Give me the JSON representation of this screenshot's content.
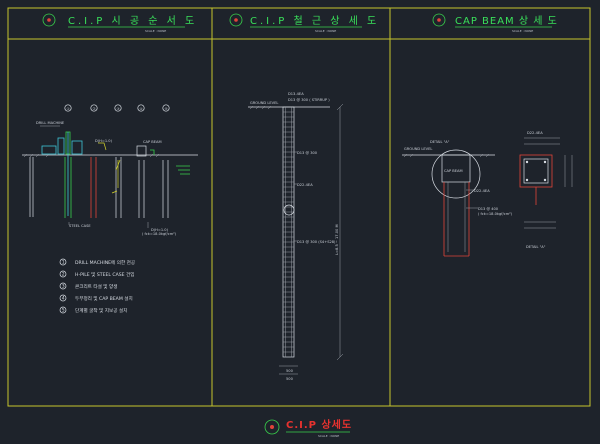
{
  "panels": [
    {
      "title": "C.I.P 시 공 순 서 도",
      "scale": "SCALE : NONE"
    },
    {
      "title": "C.I.P 철 근 상 세 도",
      "scale": "SCALE : NONE"
    },
    {
      "title": "CAP BEAM  상 세 도",
      "scale": "SCALE : NONE"
    }
  ],
  "footer": {
    "title": "C.I.P  상세도",
    "scale": "SCALE : NONE"
  },
  "sequence": {
    "columns": [
      "①",
      "②",
      "③",
      "④",
      "⑤"
    ],
    "labels": {
      "machine": "DRILL MACHINE",
      "cap_beam": "CAP BEAM",
      "steel_case": "STEEL CASE",
      "concrete": "D(H=1.0)",
      "concrete_note": "( fck=18.0kgf/cm²)"
    },
    "steps": [
      {
        "num": "1",
        "text": "DRILL MACHINE에 의한 천공"
      },
      {
        "num": "2",
        "text": "H-PILE 및 STEEL CASE 건입"
      },
      {
        "num": "3",
        "text": "콘크리트 타설 및 양생"
      },
      {
        "num": "4",
        "text": "두부정리 및 CAP BEAM 설치"
      },
      {
        "num": "5",
        "text": "단계별 굴착 및 지보공 설치"
      }
    ]
  },
  "rebar": {
    "ground": "GROUND LEVEL",
    "top_bar": "D13-4EA",
    "stirrup": "D13 @ 300 ( STIRRUP )",
    "mid1": "D13 @ 300",
    "mid2": "D22-4EA",
    "mid3": "D13 @ 300 (S4+S28)",
    "length": "L=8.5 ~ 17.00 M",
    "dim_bottom": "500"
  },
  "capbeam": {
    "detail": "DETAIL \"A\"",
    "ground": "GROUND LEVEL",
    "cap": "CAP BEAM",
    "bar1": "D22-4EA",
    "bar2": "D13 @ 400",
    "note": "( fck=18.0kgf/cm²)",
    "section": "DETAIL \"A\""
  }
}
